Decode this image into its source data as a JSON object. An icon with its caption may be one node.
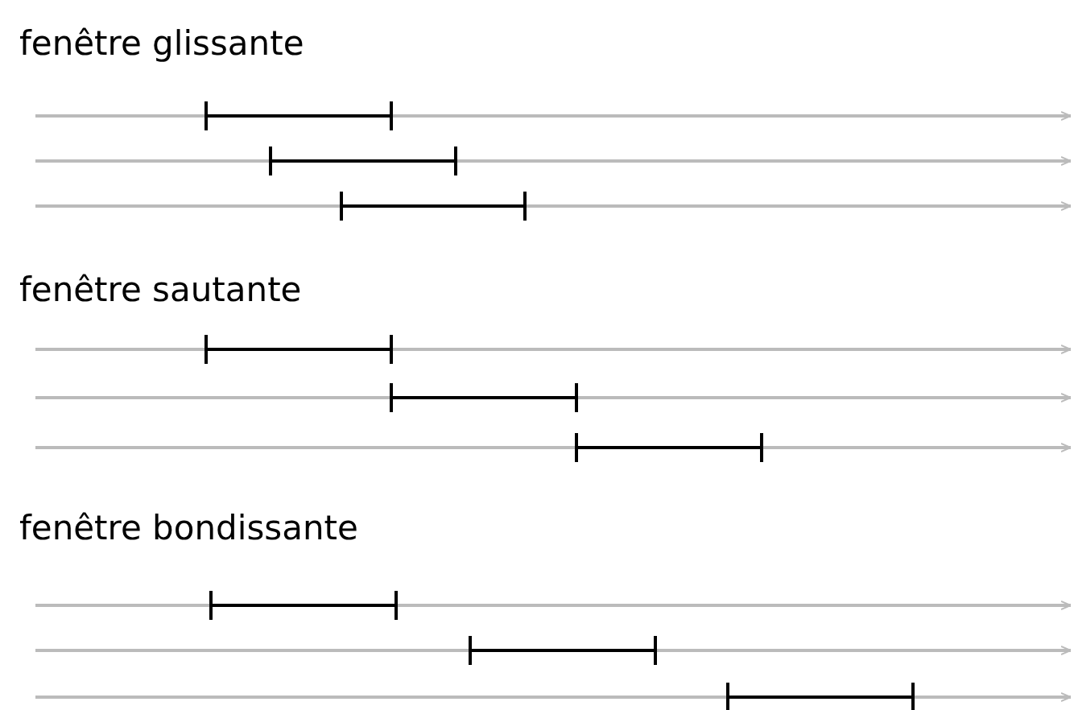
{
  "diagram": {
    "labels": [
      "fenêtre glissante",
      "fenêtre sautante",
      "fenêtre bondissante"
    ]
  }
}
